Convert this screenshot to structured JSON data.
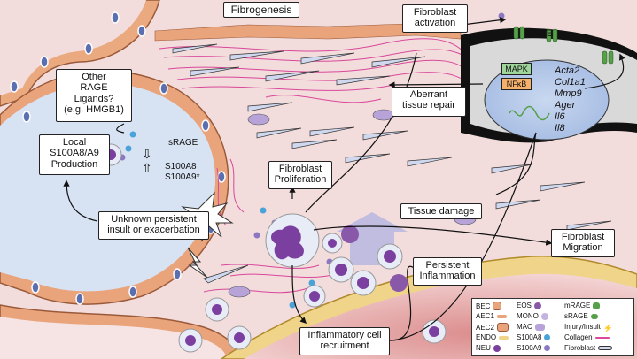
{
  "labels": {
    "fibrogenesis": "Fibrogenesis",
    "fibroblast_activation": [
      "Fibroblast",
      "activation"
    ],
    "rage_receptor": "RAGE",
    "other_rage_ligands": [
      "Other",
      "RAGE",
      "Ligands?",
      "(e.g. HMGB1)"
    ],
    "local_production": [
      "Local",
      "S100A8/A9",
      "Production"
    ],
    "srage": "sRAGE",
    "s100a8": "S100A8",
    "s100a9": "S100A9*",
    "aberrant_repair": [
      "Aberrant",
      "tissue repair"
    ],
    "fibroblast_proliferation": [
      "Fibroblast",
      "Proliferation"
    ],
    "tissue_damage": "Tissue damage",
    "unknown_insult": [
      "Unknown persistent",
      "insult or exacerbation"
    ],
    "fibroblast_migration": [
      "Fibroblast",
      "Migration"
    ],
    "persistent_inflammation": [
      "Persistent",
      "Inflammation"
    ],
    "inflammatory_recruitment": [
      "Inflammatory cell",
      "recruitment"
    ]
  },
  "signaling": {
    "mapk": "MAPK",
    "nfkb": "NFκB",
    "genes": [
      "Acta2",
      "Col1a1",
      "Mmp9",
      "Ager",
      "Il6",
      "Il8"
    ]
  },
  "legend": [
    {
      "label": "BEC",
      "icon": "bronchial-epithelial-cell-icon"
    },
    {
      "label": "AEC1",
      "icon": "alveolar-epithelial-cell-type1-icon"
    },
    {
      "label": "AEC2",
      "icon": "alveolar-epithelial-cell-type2-icon"
    },
    {
      "label": "ENDO",
      "icon": "endothelial-cell-icon"
    },
    {
      "label": "NEU",
      "icon": "neutrophil-icon"
    },
    {
      "label": "EOS",
      "icon": "eosinophil-icon"
    },
    {
      "label": "MONO",
      "icon": "monocyte-icon"
    },
    {
      "label": "MAC",
      "icon": "macrophage-icon"
    },
    {
      "label": "S100A8",
      "icon": "s100a8-dot-icon"
    },
    {
      "label": "S100A9",
      "icon": "s100a9-dot-icon"
    },
    {
      "label": "mRAGE",
      "icon": "mrage-receptor-icon"
    },
    {
      "label": "sRAGE",
      "icon": "srage-icon"
    },
    {
      "label": "Injury/Insult",
      "icon": "lightning-icon"
    },
    {
      "label": "Collagen",
      "icon": "collagen-icon"
    },
    {
      "label": "Fibroblast",
      "icon": "fibroblast-icon"
    }
  ],
  "colors": {
    "tissue_background": "#f3d9d9",
    "alveolar_space": "#dbe6f4",
    "epithelium": "#e8a27a",
    "epithelium_border": "#9a5a3a",
    "nucleus": "#5a6fb0",
    "collagen": "#d9489a",
    "s100a8": "#4aa3d8",
    "s100a9": "#8c78c0",
    "neutrophil": "#7b3fa0",
    "fibroblast_cell": "#2f2f2f",
    "mapk": "#9fd49a",
    "nfkb": "#f5b06c",
    "srage": "#56a04a",
    "damage_arrow": "#b7b7e0"
  }
}
